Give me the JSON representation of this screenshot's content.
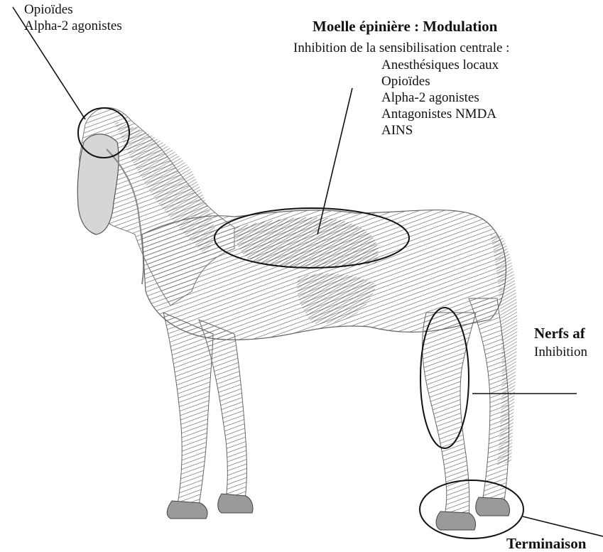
{
  "top_left": {
    "lines": [
      "Opioïdes",
      "Alpha-2 agonistes"
    ]
  },
  "spinal": {
    "title": "Moelle épinière : Modulation",
    "subtitle": "Inhibition de la sensibilisation centrale :",
    "drugs": [
      "Anesthésiques locaux",
      "Opioïdes",
      "Alpha-2 agonistes",
      "Antagonistes NMDA",
      "AINS"
    ]
  },
  "nerves": {
    "title": "Nerfs af",
    "subtitle": "Inhibition"
  },
  "terminals": {
    "title": "Terminaison"
  },
  "colors": {
    "line": "#111111",
    "horse_dark": "#5a5a5a",
    "horse_mid": "#8a8a8a",
    "horse_light": "#c8c8c8"
  }
}
